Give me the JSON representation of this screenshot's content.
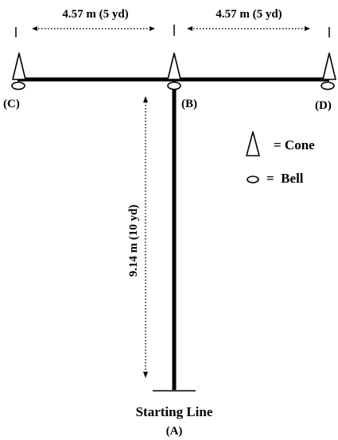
{
  "measurements": {
    "left_segment": "4.57 m (5 yd)",
    "right_segment": "4.57 m (5 yd)",
    "stem": "9.14 m (10 yd)"
  },
  "points": {
    "c": "(C)",
    "b": "(B)",
    "d": "(D)",
    "a": "(A)"
  },
  "start": {
    "label": "Starting Line"
  },
  "legend": {
    "cone_label": "= Cone",
    "bell_label": "=  Bell"
  },
  "colors": {
    "ink": "#000000",
    "background": "#ffffff"
  }
}
